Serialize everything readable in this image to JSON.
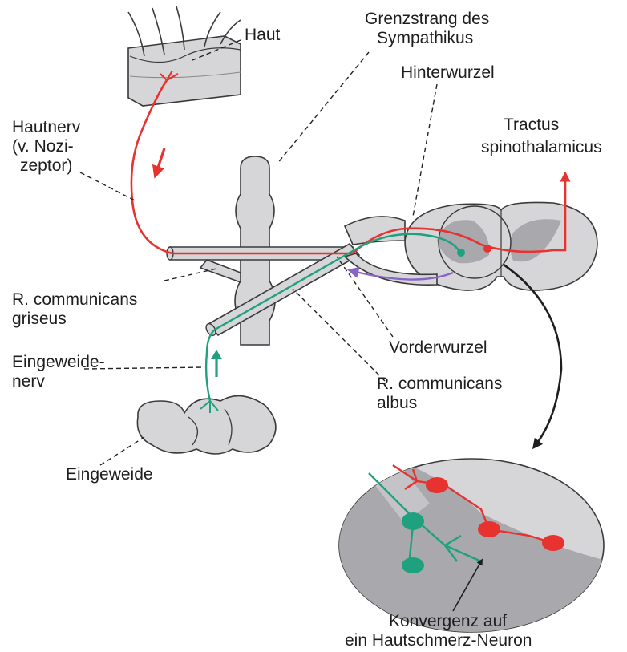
{
  "labels": {
    "haut": "Haut",
    "grenzstrang_line1": "Grenzstrang des",
    "grenzstrang_line2": "Sympathikus",
    "hinterwurzel": "Hinterwurzel",
    "hautnerv_line1": "Hautnerv",
    "hautnerv_line2": "(v. Nozi-",
    "hautnerv_line3": "zeptor)",
    "tractus_line1": "Tractus",
    "tractus_line2": "spinothalamicus",
    "r_griseus_line1": "R. communicans",
    "r_griseus_line2": "griseus",
    "vorderwurzel": "Vorderwurzel",
    "eingeweidenerv_line1": "Eingeweide-",
    "eingeweidenerv_line2": "nerv",
    "r_albus_line1": "R. communicans",
    "r_albus_line2": "albus",
    "eingeweide": "Eingeweide",
    "konvergenz_line1": "Konvergenz auf",
    "konvergenz_line2": "ein Hautschmerz-Neuron"
  },
  "colors": {
    "skin_pathway": "#e8322f",
    "visceral_pathway": "#1fa07e",
    "motor_pathway": "#8a63c8",
    "tissue_light": "#d6d6d8",
    "tissue_dark": "#a9a9ad",
    "outline": "#3a3a3a",
    "text": "#1e1e1e"
  }
}
